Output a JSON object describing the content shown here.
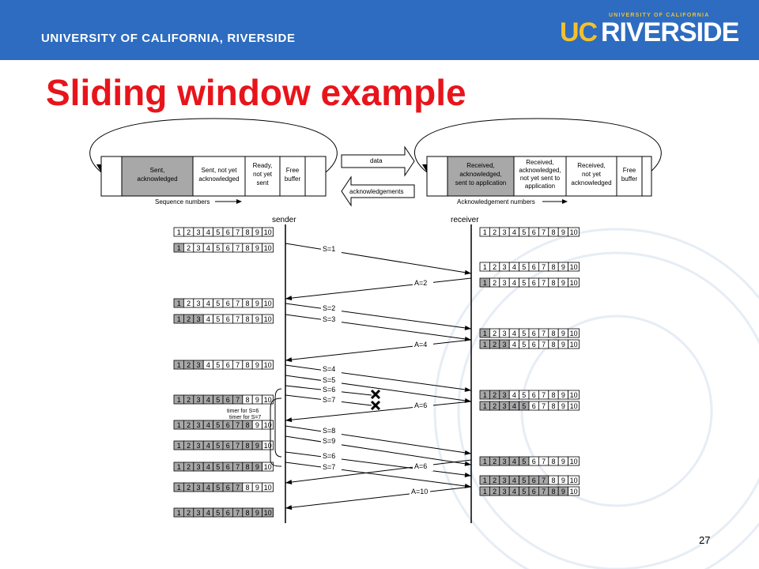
{
  "header": {
    "university_name": "UNIVERSITY OF CALIFORNIA, RIVERSIDE",
    "logo_small": "UNIVERSITY OF CALIFORNIA",
    "logo_uc": "UC",
    "logo_riverside": "RIVERSIDE"
  },
  "slide": {
    "title": "Sliding window example",
    "page_number": "27"
  },
  "colors": {
    "header_bg": "#2d6cc0",
    "title": "#e8141b",
    "logo_gold": "#f2c12e",
    "cell_gray": "#a8a8a8"
  },
  "sender_buffer": {
    "cells": [
      {
        "line1": "Sent,",
        "line2": "acknowledged",
        "line3": "",
        "shaded": true
      },
      {
        "line1": "Sent, not yet",
        "line2": "acknowledged",
        "line3": "",
        "shaded": false
      },
      {
        "line1": "Ready,",
        "line2": "not yet",
        "line3": "sent",
        "shaded": false
      },
      {
        "line1": "Free",
        "line2": "buffer",
        "line3": "",
        "shaded": false
      }
    ],
    "axis_label": "Sequence numbers"
  },
  "receiver_buffer": {
    "cells": [
      {
        "line1": "Received,",
        "line2": "acknowledged,",
        "line3": "sent to application",
        "shaded": true
      },
      {
        "line1": "Received,",
        "line2": "acknowledged,",
        "line3": "not yet sent to",
        "line4": "application",
        "shaded": false
      },
      {
        "line1": "Received,",
        "line2": "not yet",
        "line3": "acknowledged",
        "shaded": false
      },
      {
        "line1": "Free",
        "line2": "buffer",
        "line3": "",
        "shaded": false
      }
    ],
    "axis_label": "Acknowledgement numbers"
  },
  "channel": {
    "data_label": "data",
    "ack_label": "acknowledgements"
  },
  "timeline": {
    "sender_label": "sender",
    "receiver_label": "receiver",
    "cell_numbers": [
      "1",
      "2",
      "3",
      "4",
      "5",
      "6",
      "7",
      "8",
      "9",
      "10"
    ],
    "sender_rows": [
      {
        "shaded": []
      },
      {
        "shaded": [
          1
        ]
      },
      {
        "shaded": [
          1
        ]
      },
      {
        "shaded": [
          1,
          2,
          3
        ]
      },
      {
        "shaded": [
          1,
          2,
          3
        ]
      },
      {
        "shaded": [
          1,
          2,
          3,
          4,
          5,
          6,
          7
        ]
      },
      {
        "shaded": [
          1,
          2,
          3,
          4,
          5,
          6,
          7,
          8
        ]
      },
      {
        "shaded": [
          1,
          2,
          3,
          4,
          5,
          6,
          7,
          8,
          9
        ]
      },
      {
        "shaded": [
          1,
          2,
          3,
          4,
          5,
          6,
          7,
          8,
          9
        ]
      },
      {
        "shaded": [
          1,
          2,
          3,
          4,
          5,
          6,
          7
        ]
      },
      {
        "shaded": [
          1,
          2,
          3,
          4,
          5,
          6,
          7,
          8,
          9,
          10
        ]
      }
    ],
    "receiver_rows": [
      {
        "shaded": []
      },
      {
        "shaded": []
      },
      {
        "shaded": [
          1
        ]
      },
      {
        "shaded": [
          1
        ]
      },
      {
        "shaded": [
          1,
          2,
          3
        ]
      },
      {
        "shaded": [
          1,
          2,
          3
        ]
      },
      {
        "shaded": [
          1,
          2,
          3,
          4,
          5
        ]
      },
      {
        "shaded": [
          1,
          2,
          3,
          4,
          5
        ]
      },
      {
        "shaded": [
          1,
          2,
          3,
          4,
          5,
          6,
          7
        ]
      },
      {
        "shaded": [
          1,
          2,
          3,
          4,
          5,
          6,
          7,
          8,
          9
        ]
      }
    ],
    "messages": [
      "S=1",
      "A=2",
      "S=2",
      "S=3",
      "A=4",
      "S=4",
      "S=5",
      "S=6",
      "S=7",
      "A=6",
      "S=8",
      "S=9",
      "S=6",
      "S=7",
      "A=6",
      "A=10"
    ],
    "timer_label_1": "timer for S=6",
    "timer_label_2": "timer for S=7"
  }
}
